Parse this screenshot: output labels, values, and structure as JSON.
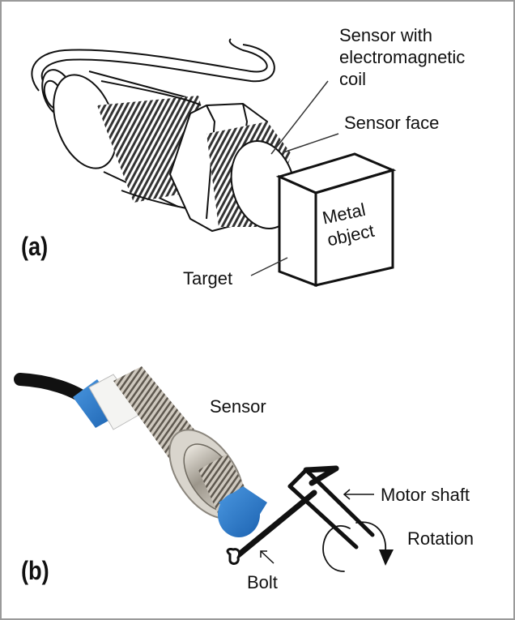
{
  "figure": {
    "panel_a": {
      "panel_label": "(a)",
      "labels": {
        "sensor_coil_line1": "Sensor with",
        "sensor_coil_line2": "electromagnetic",
        "sensor_coil_line3": "coil",
        "sensor_face": "Sensor face",
        "metal_line1": "Metal",
        "metal_line2": "object",
        "target": "Target"
      }
    },
    "panel_b": {
      "panel_label": "(b)",
      "labels": {
        "sensor": "Sensor",
        "motor_shaft": "Motor shaft",
        "rotation": "Rotation",
        "bolt": "Bolt"
      }
    },
    "colors": {
      "border": "#9a9a9a",
      "sensor_cap_blue": "#2f7fd0",
      "metal_body": "#a8a196",
      "ink": "#111111"
    }
  }
}
